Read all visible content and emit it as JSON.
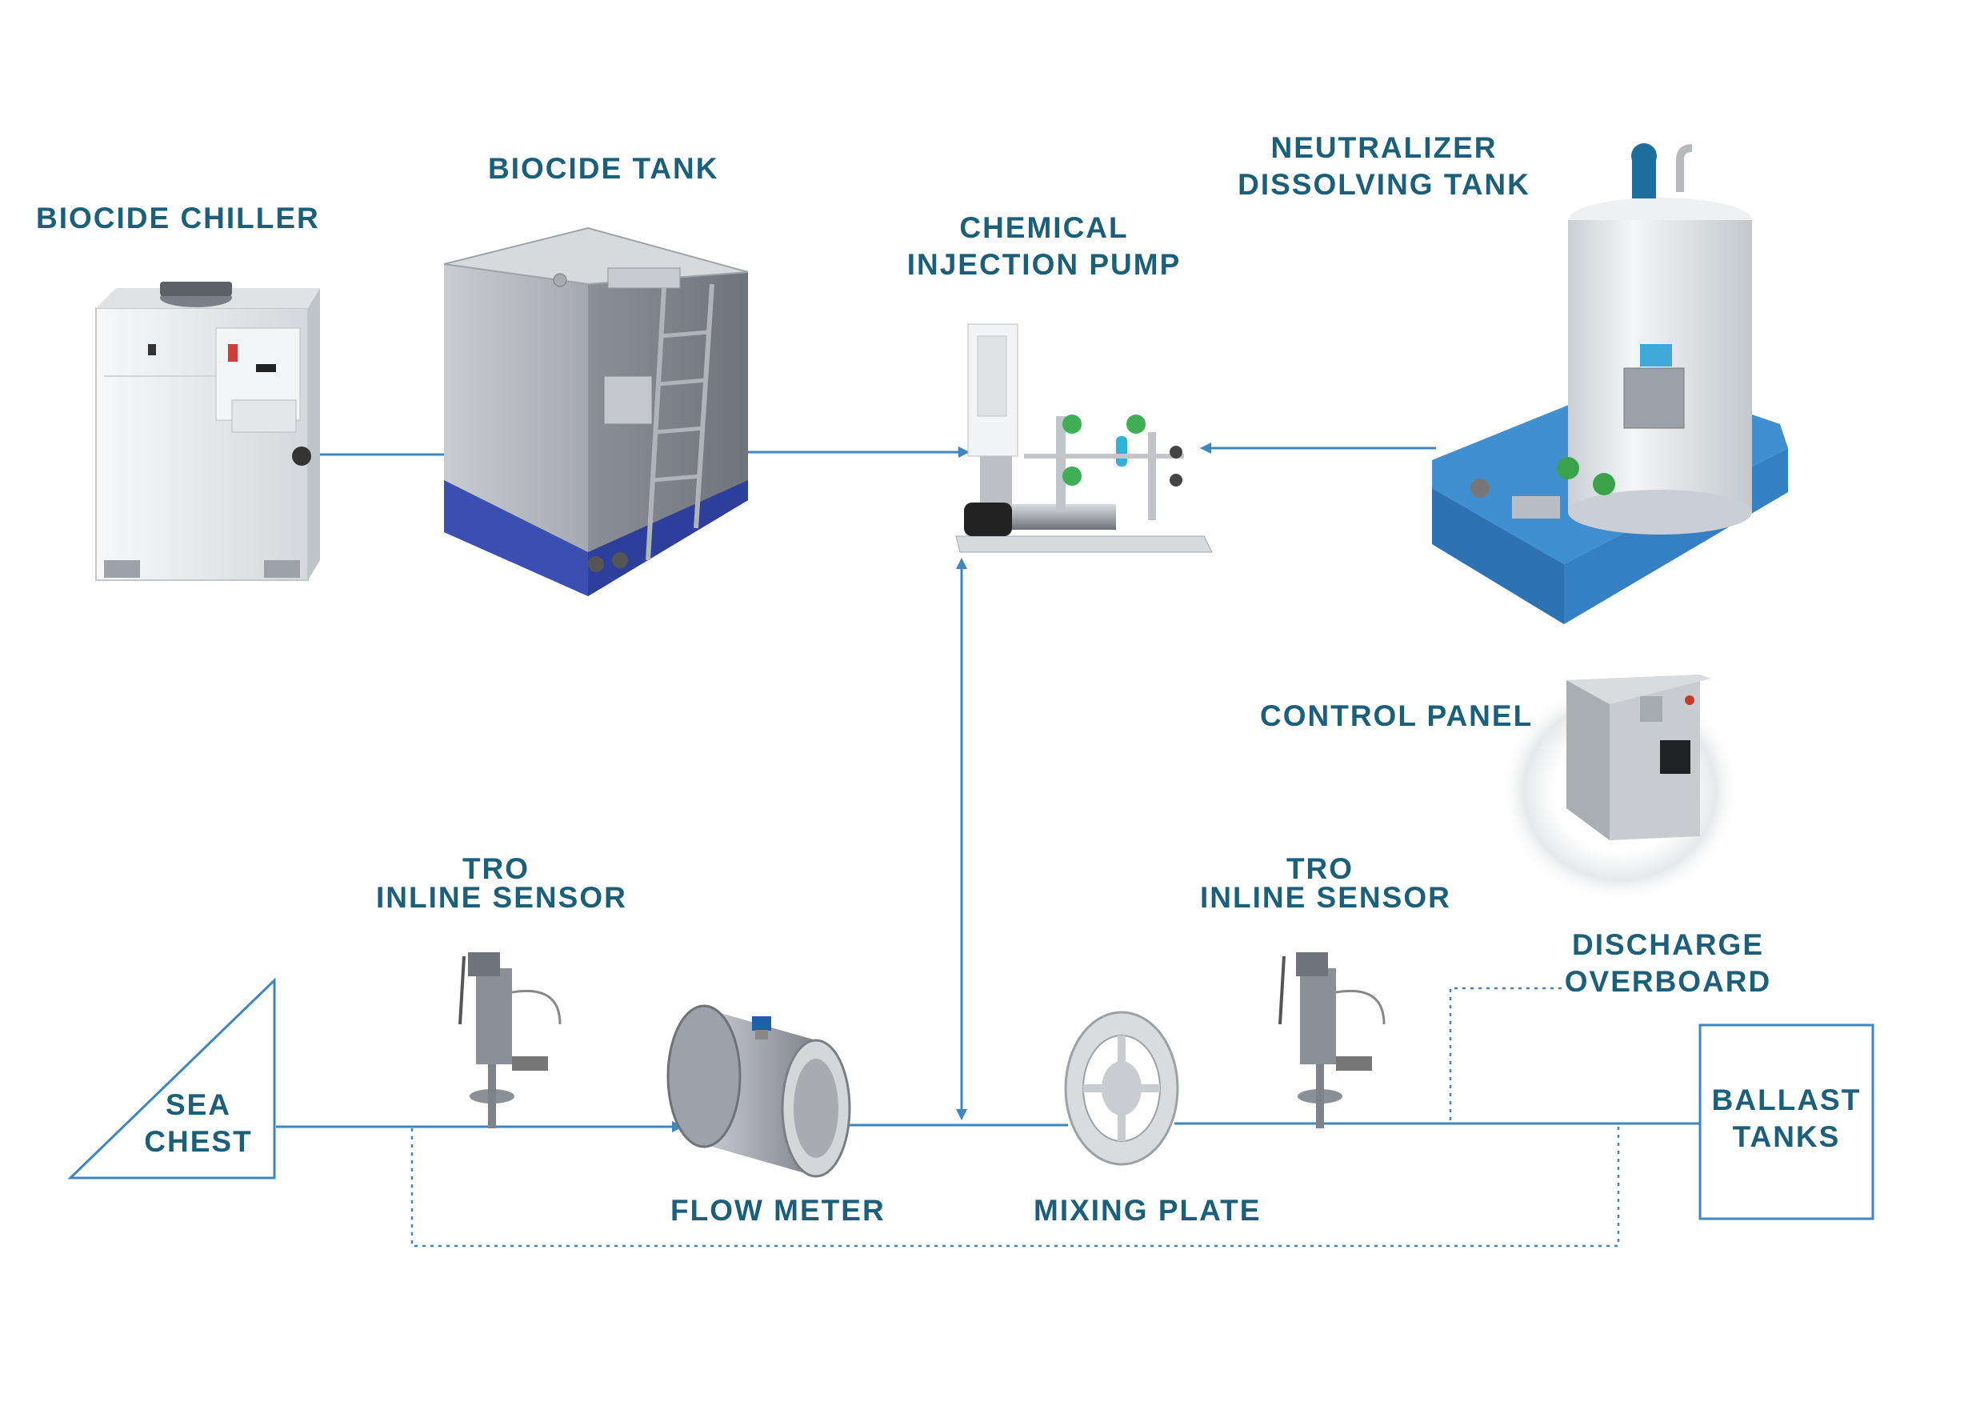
{
  "colors": {
    "label": "#1c5f7a",
    "pipe": "#3d86bf",
    "frame_blue": "#3f8fd1",
    "steel": "#a9adb3",
    "white_unit": "#eceff2"
  },
  "labels": {
    "biocide_chiller": "BIOCIDE CHILLER",
    "biocide_tank": "BIOCIDE TANK",
    "chemical_injection_pump": [
      "CHEMICAL",
      "INJECTION PUMP"
    ],
    "neutralizer_dissolving_tank": [
      "NEUTRALIZER",
      "DISSOLVING TANK"
    ],
    "control_panel": "CONTROL PANEL",
    "tro_inline_sensor_left": [
      "TRO",
      "INLINE SENSOR"
    ],
    "tro_inline_sensor_right": [
      "TRO",
      "INLINE SENSOR"
    ],
    "discharge_overboard": [
      "DISCHARGE",
      "OVERBOARD"
    ],
    "sea_chest": [
      "SEA",
      "CHEST"
    ],
    "ballast_tanks": [
      "BALLAST",
      "TANKS"
    ],
    "flow_meter": "FLOW METER",
    "mixing_plate": "MIXING PLATE"
  },
  "equipment_icons": [
    "chiller-icon",
    "tank-icon",
    "injection-pump-icon",
    "dissolving-tank-icon",
    "control-panel-icon",
    "sensor-icon",
    "flow-meter-icon",
    "mixing-plate-icon"
  ]
}
